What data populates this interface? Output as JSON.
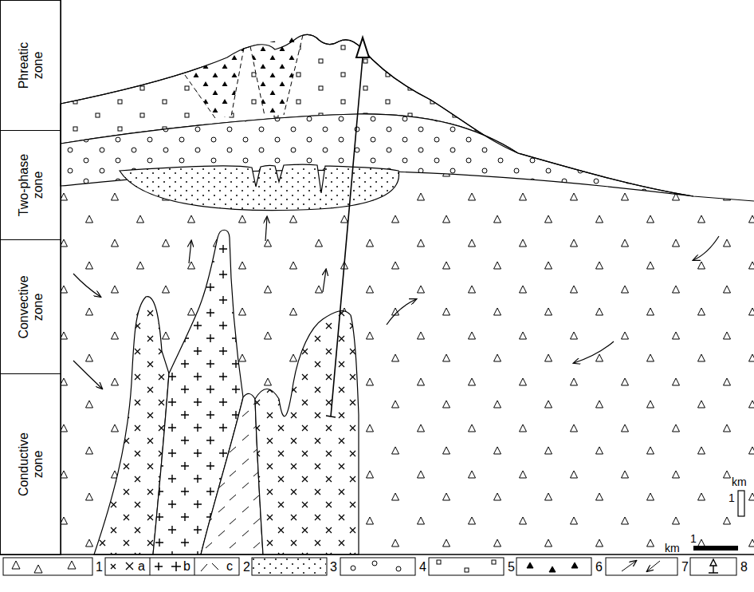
{
  "diagram": {
    "nodes": [
      {
        "text": [
          "Phreatic zone"
        ]
      },
      {
        "text": [
          "Two-phase zone"
        ]
      },
      {
        "text": [
          "Convective zone"
        ]
      },
      {
        "text": [
          "Conductive zone"
        ]
      }
    ],
    "labels": [
      "km",
      "1",
      "km",
      "1",
      "a",
      "b",
      "c"
    ],
    "legend": [
      {
        "text": "1"
      },
      {
        "text": "2"
      },
      {
        "text": "3"
      },
      {
        "text": "4"
      },
      {
        "text": "5"
      },
      {
        "text": "6"
      },
      {
        "text": "7"
      },
      {
        "text": "8"
      }
    ]
  }
}
